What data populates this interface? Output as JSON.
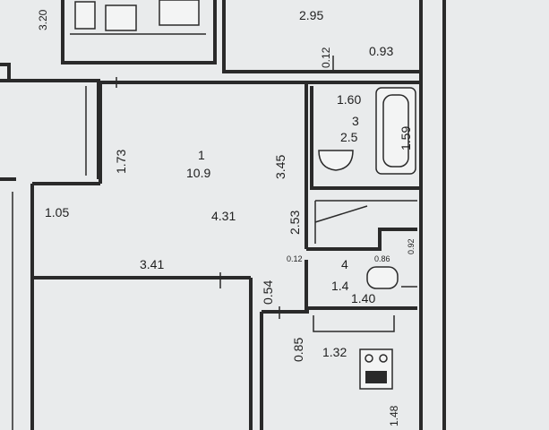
{
  "plan": {
    "rooms": [
      {
        "number": "1",
        "area": "10.9"
      },
      {
        "number": "3",
        "area": "2.5"
      },
      {
        "number": "4",
        "area": "1.4"
      }
    ],
    "dimensions": {
      "d_320": "3.20",
      "d_295": "2.95",
      "d_012": "0.12",
      "d_093": "0.93",
      "d_160": "1.60",
      "d_159": "1.59",
      "d_173": "1.73",
      "d_345": "3.45",
      "d_105": "1.05",
      "d_431": "4.31",
      "d_253": "2.53",
      "d_341": "3.41",
      "d_054": "0.54",
      "d_012b": "0.12",
      "d_086": "0.86",
      "d_092": "0.92",
      "d_140": "1.40",
      "d_085": "0.85",
      "d_132": "1.32",
      "d_148": "1.48"
    }
  }
}
